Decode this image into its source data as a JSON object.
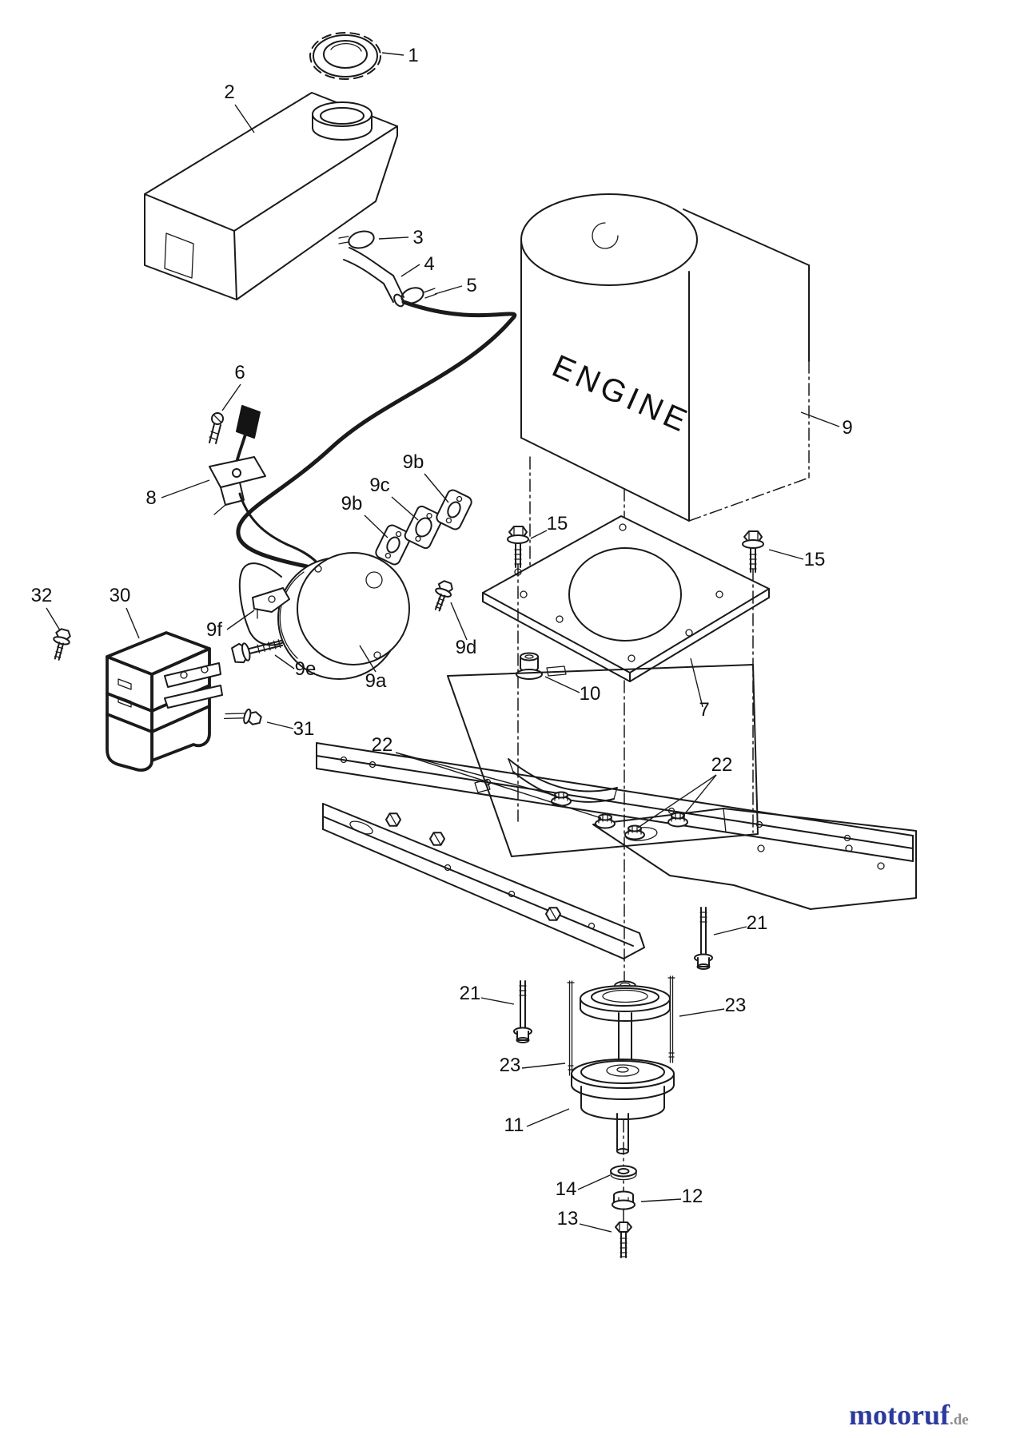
{
  "colors": {
    "ink": "#1a1a1a",
    "brand_blue": "#2b3a9e",
    "brand_gray": "#8f8f8f"
  },
  "diagram": {
    "engine_label": "ENGINE",
    "callouts": [
      "1",
      "2",
      "3",
      "4",
      "5",
      "6",
      "8",
      "9b",
      "9c",
      "9b",
      "9",
      "15",
      "15",
      "32",
      "30",
      "9f",
      "9e",
      "9a",
      "9d",
      "10",
      "7",
      "31",
      "22",
      "22",
      "21",
      "21",
      "23",
      "23",
      "11",
      "14",
      "12",
      "13"
    ]
  },
  "watermark": {
    "brand": "motoruf",
    "tld": ".de"
  }
}
